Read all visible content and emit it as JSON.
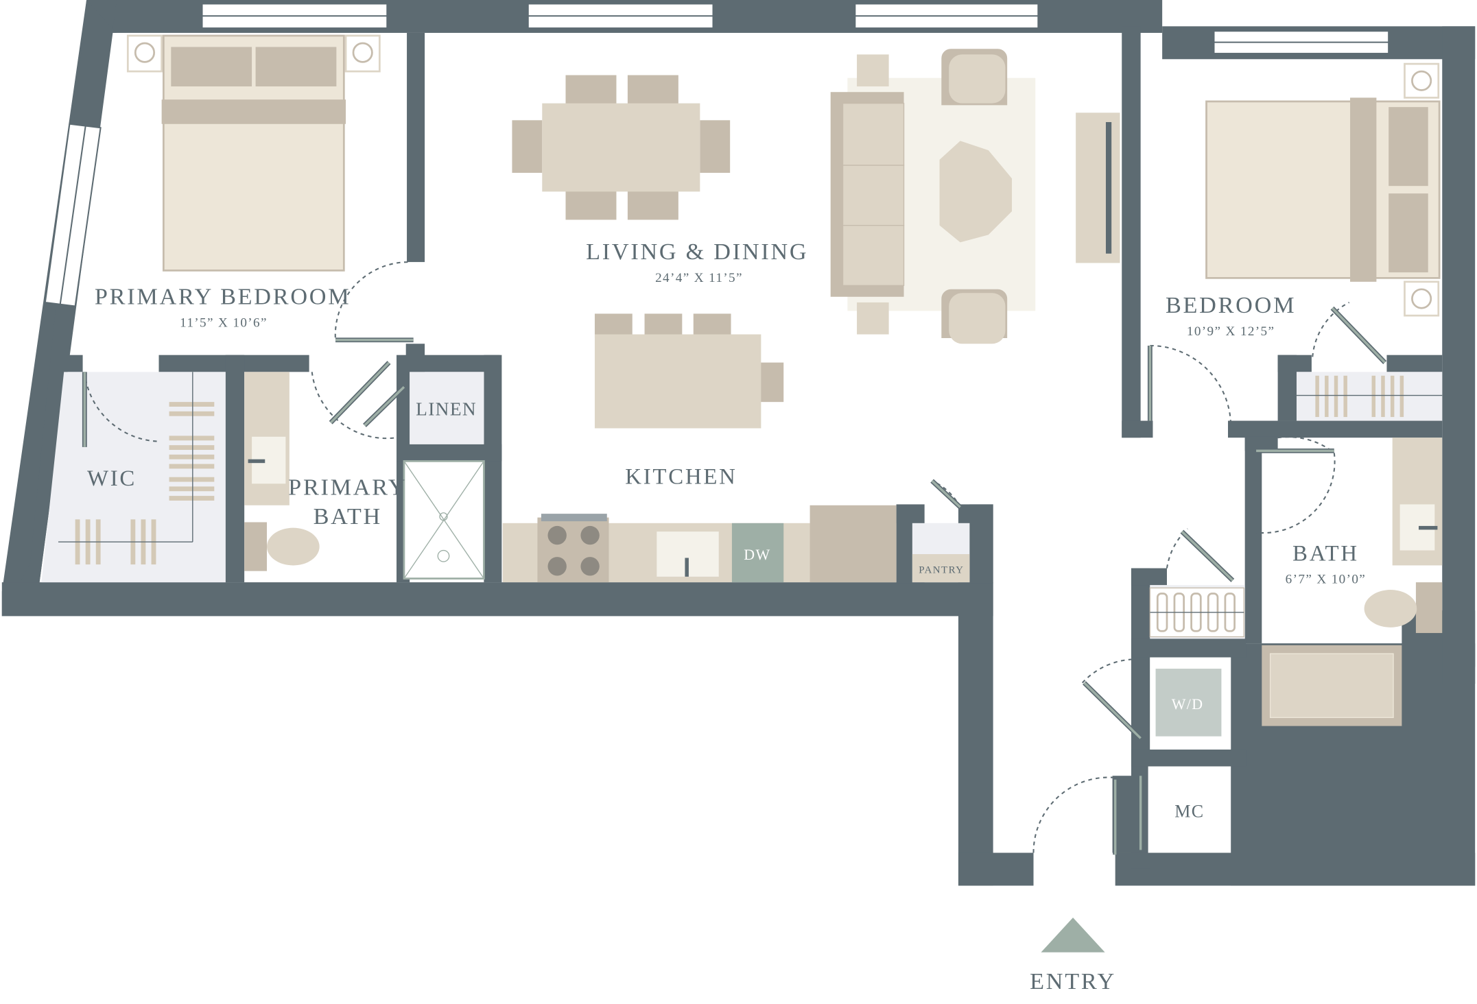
{
  "rooms": {
    "primary_bedroom": {
      "name": "PRIMARY BEDROOM",
      "dims": "11’5” X 10’6”"
    },
    "living_dining": {
      "name": "LIVING & DINING",
      "dims": "24’4” X 11’5”"
    },
    "bedroom": {
      "name": "BEDROOM",
      "dims": "10’9” X 12’5”"
    },
    "wic": {
      "name": "WIC"
    },
    "primary_bath": {
      "line1": "PRIMARY",
      "line2": "BATH"
    },
    "linen": {
      "name": "LINEN"
    },
    "kitchen": {
      "name": "KITCHEN"
    },
    "bath": {
      "name": "BATH",
      "dims": "6’7” X 10’0”"
    },
    "mc": {
      "name": "MC"
    }
  },
  "appliances": {
    "dishwasher": "DW",
    "washer_dryer": "W/D",
    "pantry": "PANTRY"
  },
  "entry": {
    "label": "ENTRY"
  },
  "colors": {
    "wall": "#5d6b72",
    "furniture": "#ddd5c6",
    "furniture_dark": "#c6bcad",
    "closet": "#eeeff3",
    "rug": "#f4f2ea",
    "accent": "#9eafa6",
    "window": "#ffffff"
  },
  "icons": [
    "entry-arrow-icon",
    "door-swing-icon",
    "window-icon",
    "lamp-icon"
  ]
}
